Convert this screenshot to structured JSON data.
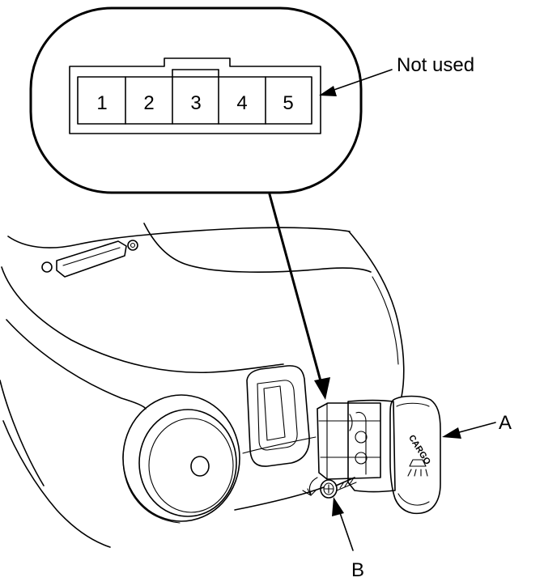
{
  "connector": {
    "pins": [
      "1",
      "2",
      "3",
      "4",
      "5"
    ],
    "note": "Not used"
  },
  "callouts": {
    "a": "A",
    "b": "B"
  },
  "switch": {
    "label": "CARGO"
  },
  "icons": [
    "cargo-light-icon",
    "screw-icon",
    "arrow-icon"
  ]
}
